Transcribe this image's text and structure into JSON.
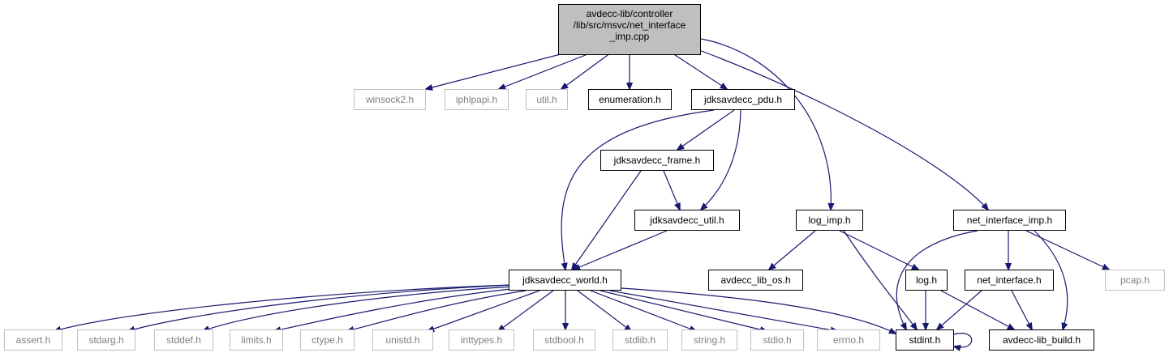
{
  "diagram": {
    "root": "avdecc-lib/controller\n/lib/src/msvc/net_interface\n_imp.cpp",
    "nodes": {
      "winsock2": "winsock2.h",
      "iphlpapi": "iphlpapi.h",
      "util": "util.h",
      "enumeration": "enumeration.h",
      "jdks_pdu": "jdksavdecc_pdu.h",
      "jdks_frame": "jdksavdecc_frame.h",
      "jdks_util": "jdksavdecc_util.h",
      "log_imp": "log_imp.h",
      "net_interface_imp": "net_interface_imp.h",
      "jdks_world": "jdksavdecc_world.h",
      "avdecc_lib_os": "avdecc_lib_os.h",
      "log": "log.h",
      "net_interface": "net_interface.h",
      "pcap": "pcap.h",
      "assert": "assert.h",
      "stdarg": "stdarg.h",
      "stddef": "stddef.h",
      "limits": "limits.h",
      "ctype": "ctype.h",
      "unistd": "unistd.h",
      "inttypes": "inttypes.h",
      "stdbool": "stdbool.h",
      "stdlib": "stdlib.h",
      "string": "string.h",
      "stdio": "stdio.h",
      "errno": "errno.h",
      "stdint": "stdint.h",
      "avdecc_lib_build": "avdecc-lib_build.h"
    },
    "colors": {
      "edge": "#191970",
      "root_fill": "#bfbfbf",
      "external_border": "#bfbfbf",
      "external_text": "#7f7f7f",
      "internal_border": "#000000"
    }
  }
}
